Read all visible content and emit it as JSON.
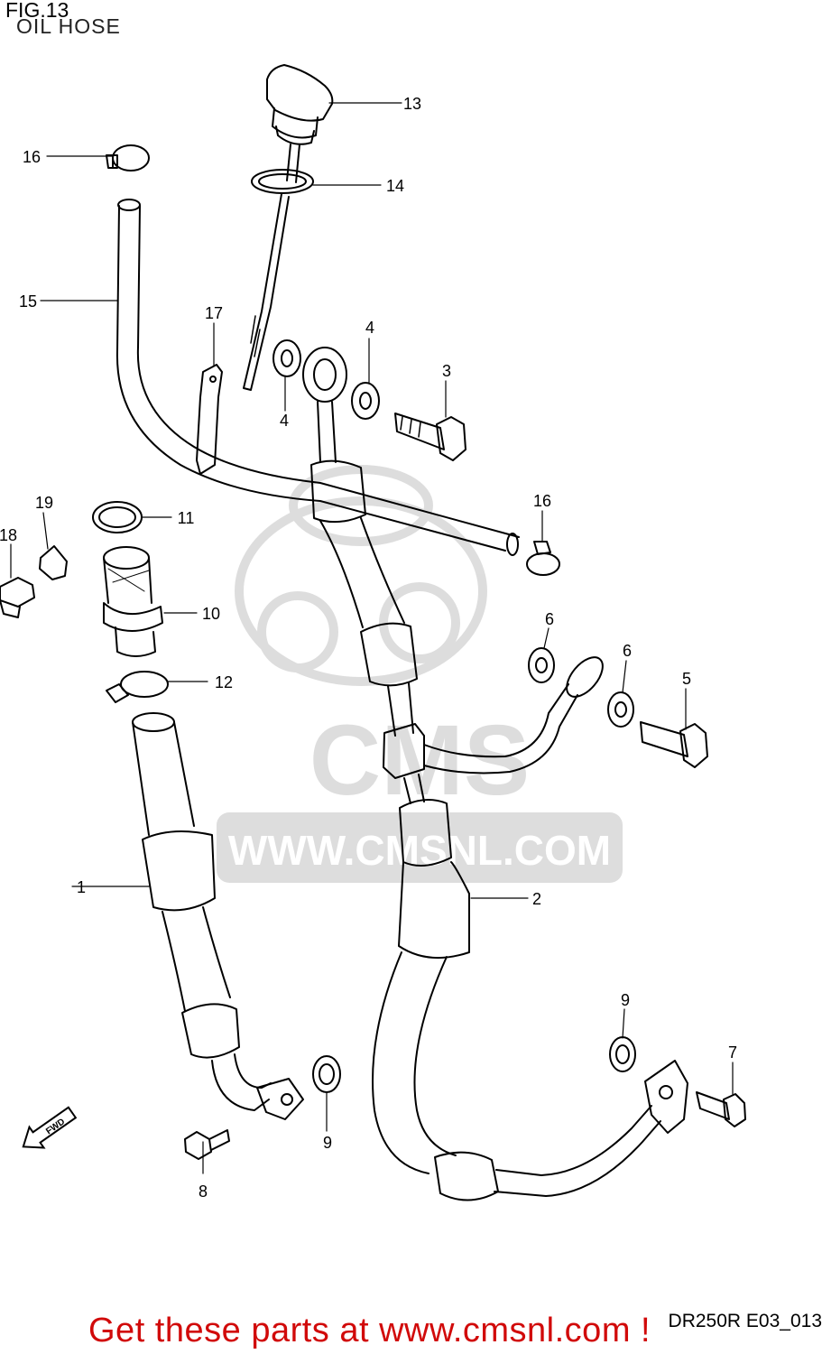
{
  "figure": {
    "title": "FIG.13",
    "subtitle": "OIL HOSE",
    "code": "DR250R E03_013"
  },
  "watermark": {
    "url": "WWW.CMSNL.COM",
    "brand": "CMS"
  },
  "fwd_label": "FWD",
  "footer": {
    "banner": "Get these parts at www.cmsnl.com !"
  },
  "callouts": [
    {
      "id": "1",
      "label": "1"
    },
    {
      "id": "2",
      "label": "2"
    },
    {
      "id": "3",
      "label": "3"
    },
    {
      "id": "4a",
      "label": "4"
    },
    {
      "id": "4b",
      "label": "4"
    },
    {
      "id": "5",
      "label": "5"
    },
    {
      "id": "6a",
      "label": "6"
    },
    {
      "id": "6b",
      "label": "6"
    },
    {
      "id": "7",
      "label": "7"
    },
    {
      "id": "8",
      "label": "8"
    },
    {
      "id": "9a",
      "label": "9"
    },
    {
      "id": "9b",
      "label": "9"
    },
    {
      "id": "10",
      "label": "10"
    },
    {
      "id": "11",
      "label": "11"
    },
    {
      "id": "12",
      "label": "12"
    },
    {
      "id": "13",
      "label": "13"
    },
    {
      "id": "14",
      "label": "14"
    },
    {
      "id": "15",
      "label": "15"
    },
    {
      "id": "16a",
      "label": "16"
    },
    {
      "id": "16b",
      "label": "16"
    },
    {
      "id": "17",
      "label": "17"
    },
    {
      "id": "18",
      "label": "18"
    },
    {
      "id": "19",
      "label": "19"
    }
  ]
}
